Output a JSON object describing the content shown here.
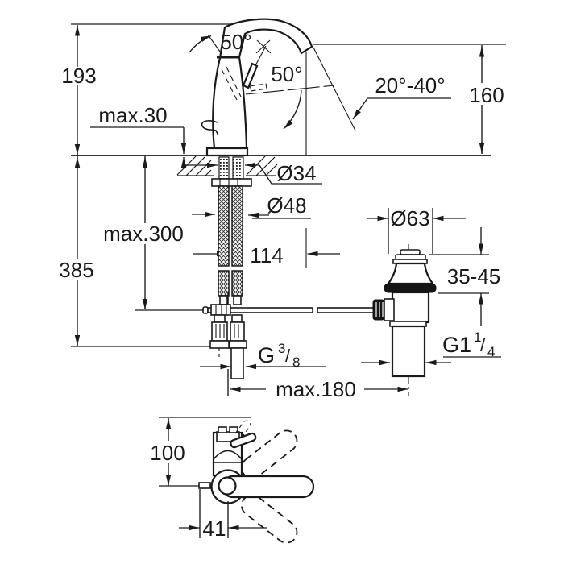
{
  "meta": {
    "type": "technical-installation-drawing",
    "subject": "single-lever basin mixer faucet with pop-up waste",
    "units": "mm",
    "background": "#ffffff",
    "ink": "#1a1a1a",
    "views": [
      "front elevation with below-deck parts",
      "top view"
    ]
  },
  "dimensions": {
    "overall_height": "193",
    "deck_thickness_max": "max.30",
    "handle_angle": "50°",
    "lever_angle": "50°",
    "spout_angle_range": "20°-40°",
    "spout_height": "160",
    "shank_dia": "Ø34",
    "hole_dia": "Ø48",
    "hose_depth_max": "max.300",
    "overall_depth": "385",
    "spout_reach": "114",
    "waste_flange_dia": "Ø63",
    "waste_deck_range": "35-45",
    "rod_reach_max": "max.180",
    "top_view_height": "100",
    "handle_offset": "41",
    "waste_thread": {
      "base": "G1",
      "num": "1",
      "slash": "/",
      "den": "4"
    },
    "supply_thread": {
      "base": "G",
      "num": "3",
      "slash": "/",
      "den": "8"
    }
  }
}
